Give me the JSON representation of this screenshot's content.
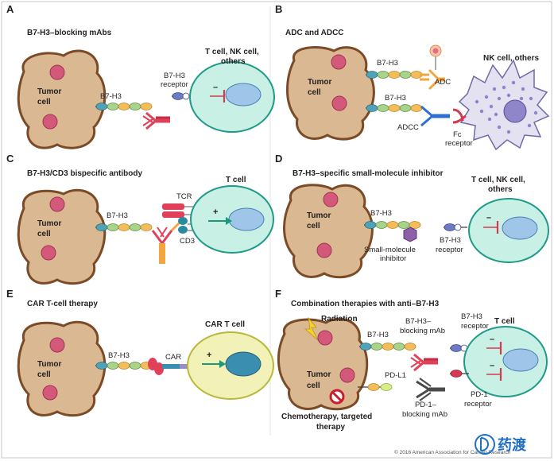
{
  "panels": {
    "a": {
      "letter": "A",
      "title": "B7-H3–blocking mAbs",
      "tumor": [
        "Tumor",
        "cell"
      ],
      "b7h3": "B7-H3",
      "receptor": [
        "B7-H3",
        "receptor"
      ],
      "target": [
        "T cell, NK cell,",
        "others"
      ],
      "sign": "–"
    },
    "b": {
      "letter": "B",
      "title": "ADC and ADCC",
      "tumor": [
        "Tumor",
        "cell"
      ],
      "b7h3_top": "B7-H3",
      "b7h3_bottom": "B7-H3",
      "adc": "ADC",
      "adcc": "ADCC",
      "fc": [
        "Fc",
        "receptor"
      ],
      "nk": "NK cell, others"
    },
    "c": {
      "letter": "C",
      "title": "B7-H3/CD3 bispecific antibody",
      "tumor": [
        "Tumor",
        "cell"
      ],
      "b7h3": "B7-H3",
      "tcr": "TCR",
      "cd3": "CD3",
      "tcell": "T cell",
      "sign": "+"
    },
    "d": {
      "letter": "D",
      "title": "B7-H3–specific small-molecule inhibitor",
      "tumor": [
        "Tumor",
        "cell"
      ],
      "b7h3": "B7-H3",
      "inhibitor": [
        "Small-molecule",
        "inhibitor"
      ],
      "receptor": [
        "B7-H3",
        "receptor"
      ],
      "target": [
        "T cell, NK cell,",
        "others"
      ],
      "sign": "–"
    },
    "e": {
      "letter": "E",
      "title": "CAR T-cell therapy",
      "tumor": [
        "Tumor",
        "cell"
      ],
      "b7h3": "B7-H3",
      "car": "CAR",
      "cart": "CAR T cell",
      "sign": "+"
    },
    "f": {
      "letter": "F",
      "title": "Combination therapies with anti–B7-H3",
      "radiation": "Radiation",
      "tumor": [
        "Tumor",
        "cell"
      ],
      "b7h3": "B7-H3",
      "mab": [
        "B7-H3–",
        "blocking mAb"
      ],
      "receptor": [
        "B7-H3",
        "receptor"
      ],
      "tcell": "T cell",
      "pdl1": "PD-L1",
      "pd1mab": [
        "PD-1–",
        "blocking mAb"
      ],
      "pd1": [
        "PD-1",
        "receptor"
      ],
      "chemo": [
        "Chemotherapy, targeted",
        "therapy"
      ],
      "sign1": "–",
      "sign2": "–"
    }
  },
  "copyright": "© 2016 American Association for Cancer Research",
  "watermark": "药渡",
  "colors": {
    "tumor_fill": "#d9b892",
    "tumor_edge": "#7b4a26",
    "nucleus": "#d4587a",
    "tcell_fill": "#c9f0e4",
    "tcell_edge": "#1f9a8a",
    "tcell_nucleus": "#9fc6e8",
    "cart_fill": "#f1f1b8",
    "cart_edge": "#b8b83a",
    "nk_fill": "#e4e2f0",
    "antibody": "#e0405a",
    "arrow": "#1a9a78",
    "brand": "#1f6fc9"
  }
}
